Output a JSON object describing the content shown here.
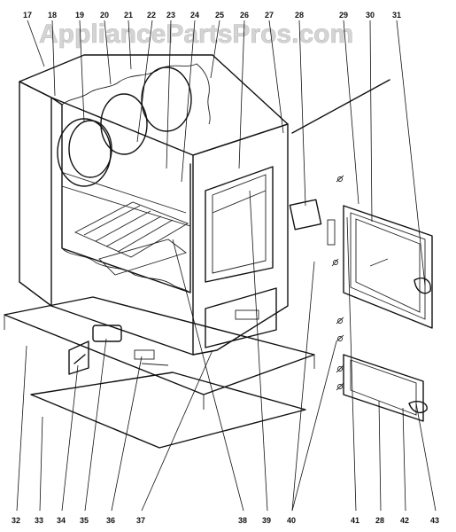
{
  "watermark": "AppliancePartsPros.com",
  "labels": {
    "top": [
      "17",
      "18",
      "19",
      "20",
      "21",
      "22",
      "23",
      "24",
      "25",
      "26",
      "27",
      "28",
      "29",
      "30",
      "31"
    ],
    "bottom": [
      "32",
      "33",
      "34",
      "35",
      "36",
      "37",
      "38",
      "39",
      "40",
      "41",
      "28",
      "42",
      "43"
    ]
  }
}
